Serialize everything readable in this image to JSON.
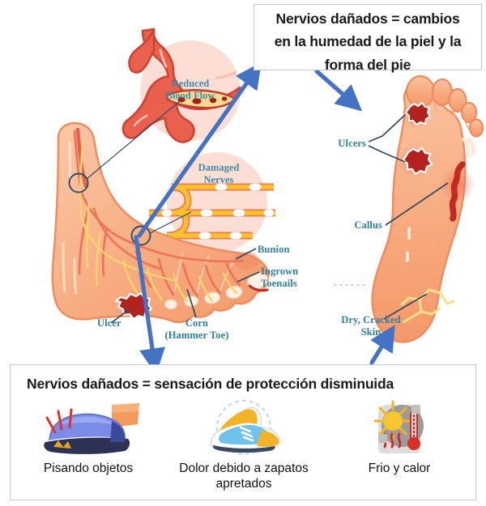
{
  "diagram": {
    "title_callout_top": "Nervios dañados = cambios en la humedad de la piel y la forma del pie",
    "title_callout_bottom": "Nervios dañados = sensación de protección disminuida"
  },
  "callouts": {
    "top": {
      "line1": "Nervios dañados = cambios",
      "line2": "en la humedad de la piel y la",
      "line3": "forma del pie"
    },
    "bottom": {
      "title": "Nervios dañados = sensación de protección disminuida",
      "items": [
        {
          "icon": "shoe-stepping-on-object-icon",
          "caption": "Pisando objetos"
        },
        {
          "icon": "tight-sneaker-icon",
          "caption": "Dolor debido a\nzapatos apretados"
        },
        {
          "icon": "sun-thermometer-icon",
          "caption": "Frio y calor"
        }
      ]
    }
  },
  "insets": {
    "reduced_blood_flow": "Reduced\nBlood Flow",
    "damaged_nerves": "Damaged\nNerves"
  },
  "left_foot_labels": {
    "ulcer": "Ulcer",
    "bunion": "Bunion",
    "ingrown_toenails": "Ingrown\nToenails",
    "corn": "Corn\n(Hammer Toe)"
  },
  "right_foot_labels": {
    "ulcers": "Ulcers",
    "callus": "Callus",
    "dry_cracked_skin": "Dry, Cracked\nSkin"
  },
  "colors": {
    "label_teal": "#2e7fa0",
    "arrow_blue": "#4472c4",
    "skin": "#f6a67a",
    "skin_light": "#fbc9a8",
    "vessel_red": "#e8604c",
    "nerve_yellow": "#f9c22b",
    "wound_red": "#b3221f",
    "inset_halo": "#fbdcd3",
    "box_border": "#c9c9c9"
  }
}
